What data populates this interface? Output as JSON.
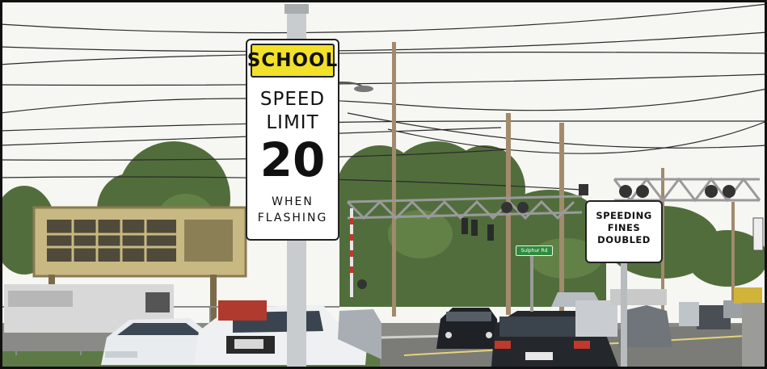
{
  "school_sign": {
    "header": "SCHOOL",
    "line1": "SPEED",
    "line2": "LIMIT",
    "number": "20",
    "line3": "WHEN",
    "line4": "FLASHING"
  },
  "fines_sign": {
    "line1": "SPEEDING",
    "line2": "FINES",
    "line3": "DOUBLED"
  },
  "street_sign": {
    "text": "Sulphur Rd"
  },
  "colors": {
    "sky": "#f6f6f2",
    "sign_yellow": "#f2e12a",
    "tree_green": "#4f6b3a",
    "road": "#7b7b7b",
    "street_sign_green": "#2e8b3e"
  }
}
